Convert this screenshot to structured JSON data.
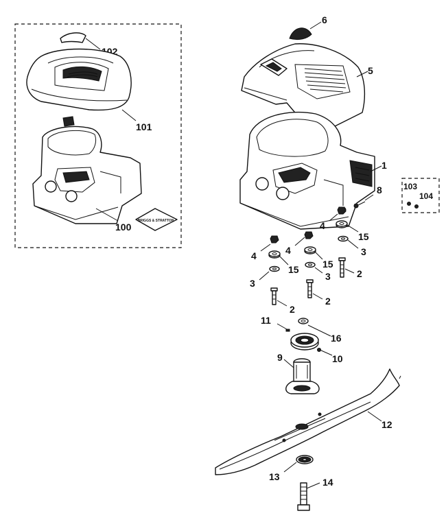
{
  "diagram": {
    "left_group_labels": {
      "cover_cap": "102",
      "cover_shroud": "101",
      "engine_kit": "100"
    },
    "logo_text": "BRIGGS & STRATTON",
    "labels": {
      "engine": "1",
      "bolt_a": "2",
      "bolt_b": "2",
      "bolt_c": "2",
      "washer_a": "3",
      "washer_b": "3",
      "washer_c": "3",
      "nut_a": "4",
      "nut_b": "4",
      "nut_c": "4",
      "shroud": "5",
      "cap": "6",
      "screw_small": "8",
      "blade_holder": "9",
      "pulley_screw": "10",
      "key": "11",
      "blade": "12",
      "spring_washer": "13",
      "blade_bolt": "14",
      "spacer_a": "15",
      "spacer_b": "15",
      "spacer_c": "15",
      "collar": "16",
      "kit_a": "103",
      "kit_b": "104"
    }
  }
}
